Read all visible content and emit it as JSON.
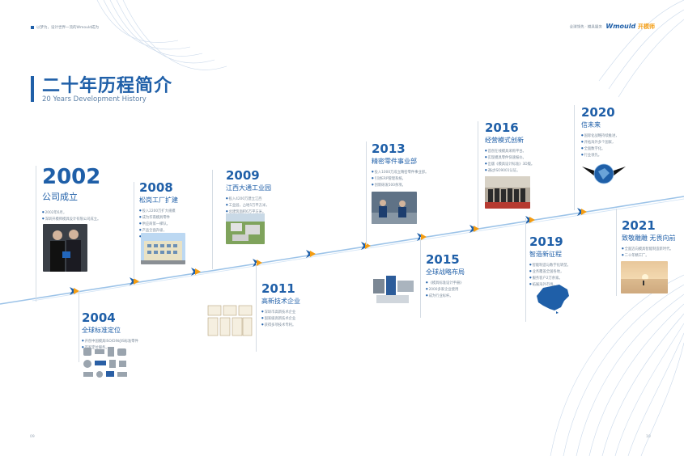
{
  "header": {
    "left_text": "以梦为，设计世界一流的Wmould成为",
    "right_text": "全球领先 · 模具服务",
    "logo_en": "Wmould",
    "logo_cn": "开模师"
  },
  "title": "二十年历程简介",
  "subtitle": "20 Years Development History",
  "events": [
    {
      "year": "2002",
      "title": "公司成立",
      "bullets": [
        "2002年6月，",
        "深圳开模师模具设计有限公司成立。"
      ]
    },
    {
      "year": "2004",
      "title": "全球标准定位",
      "bullets": [
        "开创中国模具ISO/DIN/JIS标准零件",
        "首家定位服务。"
      ]
    },
    {
      "year": "2008",
      "title": "松岗工厂扩建",
      "bullets": [
        "投入2200万扩大规模",
        "成为华南模具零件",
        "供应商第一梯队。",
        "产品全面升级，",
        "实现自动化管理。"
      ]
    },
    {
      "year": "2009",
      "title": "江西大通工业园",
      "bullets": [
        "投入4200万建立江西",
        "工业园，占地5万平方米，",
        "总建筑面积6万平方米。"
      ]
    },
    {
      "year": "2011",
      "title": "高新技术企业",
      "bullets": [
        "深圳市高新技术企业",
        "国家级高新技术企业",
        "获得多项技术专利。"
      ]
    },
    {
      "year": "2013",
      "title": "精密零件事业部",
      "bullets": [
        "投入1000万成立精密零件事业部。",
        "引进ERP管理系统。",
        "创新研发500余项。"
      ]
    },
    {
      "year": "2015",
      "title": "全球战略布局",
      "bullets": [
        "《模具标准设计手册》",
        "2000多家企业使用",
        "成为行业标杆。"
      ]
    },
    {
      "year": "2016",
      "title": "经营模式创新",
      "bullets": [
        "首创在线模具采购平台。",
        "实现模具零件快速报价。",
        "出版《模具设计标准》3D版。",
        "通过ISO9001认证。"
      ]
    },
    {
      "year": "2019",
      "title": "智造新征程",
      "bullets": [
        "智能制造与数字化转型。",
        "业务覆盖全国各地，",
        "服务客户2万余家。",
        "拓展海外市场。"
      ]
    },
    {
      "year": "2020",
      "title": "信未来",
      "bullets": [
        "国际化战略持续推进，",
        "开拓海外多个国家，",
        "全面数字化。",
        "行业领先。"
      ]
    },
    {
      "year": "2021",
      "title": "致敬雕雕 无畏向前",
      "bullets": [
        "全面迈向模具智能制造新时代。",
        "二十年精工厂。"
      ]
    }
  ],
  "page_numbers": {
    "left": "09",
    "right": "10"
  },
  "colors": {
    "primary": "#1f5fa8",
    "accent": "#f39c12"
  }
}
